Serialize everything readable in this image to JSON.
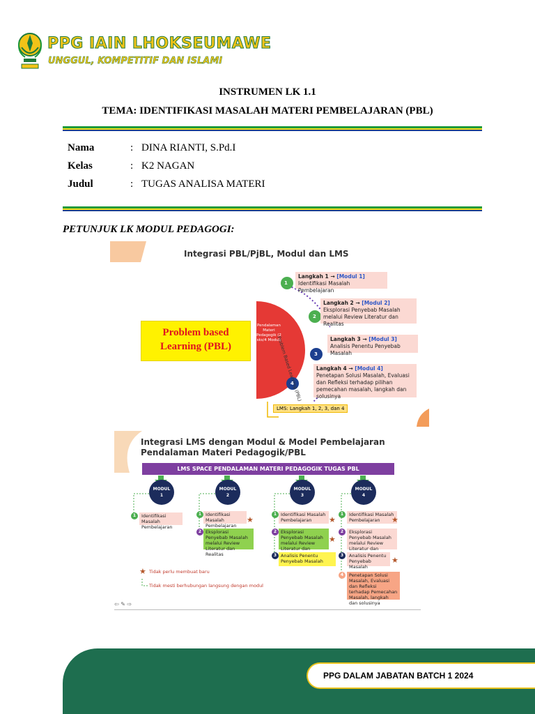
{
  "header": {
    "title": "PPG IAIN LHOKSEUMAWE",
    "subtitle": "UNGGUL, KOMPETITIF DAN ISLAMI"
  },
  "document": {
    "title": "INSTRUMEN LK 1.1",
    "theme": "TEMA: IDENTIFIKASI MASALAH MATERI PEMBELAJARAN (PBL)",
    "fields": [
      {
        "label": "Nama",
        "value": "DINA RIANTI, S.Pd.I"
      },
      {
        "label": "Kelas",
        "value": "K2 NAGAN"
      },
      {
        "label": "Judul",
        "value": "TUGAS ANALISA MATERI"
      }
    ],
    "colon": ":",
    "instruction": "PETUNJUK LK MODUL PEDAGOGI:"
  },
  "slide1": {
    "title": "Integrasi PBL/PjBL, Modul dan LMS",
    "pbl_label_line1": "Problem based",
    "pbl_label_line2": "Learning (PBL)",
    "semicircle_text": "Pendalaman Materi Pedagogik (2 sks/4 Modul)",
    "arc_text": "Problem Based Learning (PBL)",
    "steps": [
      {
        "num": "1",
        "head": "Langkah 1 → ",
        "module": "[Modul 1]",
        "desc": "Identifikasi Masalah Pembelajaran"
      },
      {
        "num": "2",
        "head": "Langkah 2 → ",
        "module": "[Modul 2]",
        "desc": "Eksplorasi Penyebab Masalah melalui Review Literatur dan Realitas"
      },
      {
        "num": "3",
        "head": "Langkah 3 → ",
        "module": "[Modul 3]",
        "desc": "Analisis Penentu Penyebab Masalah"
      },
      {
        "num": "4",
        "head": "Langkah 4 → ",
        "module": "[Modul 4]",
        "desc": "Penetapan Solusi Masalah, Evaluasi dan Refleksi terhadap pilihan pemecahan masalah, langkah dan solusinya"
      }
    ],
    "lms_tag": "LMS: Langkah 1, 2, 3, dan 4"
  },
  "slide2": {
    "title_line1": "Integrasi LMS dengan Modul & Model Pembelajaran",
    "title_line2": "Pendalaman Materi Pedagogik/PBL",
    "banner": "LMS SPACE PENDALAMAN MATERI PEDAGOGIK TUGAS PBL",
    "modules": [
      {
        "label": "MODUL",
        "num": "1"
      },
      {
        "label": "MODUL",
        "num": "2"
      },
      {
        "label": "MODUL",
        "num": "3"
      },
      {
        "label": "MODUL",
        "num": "4"
      }
    ],
    "items": {
      "identifikasi": "Identifikasi Masalah Pembelajaran",
      "eksplorasi": "Eksplorasi Penyebab Masalah melalui Review Literatur dan Realitas",
      "analisis": "Analisis Penentu Penyebab Masalah",
      "penetapan": "Penetapan Solusi Masalah, Evaluasi dan Refleksi terhadap Pemecahan Masalah, langkah dan solusinya"
    },
    "legend_star": "Tidak perlu membuat baru",
    "legend_dashed": "Tidak mesti berhubungan langsung dengan modul",
    "nav": "⇦ ✎ ⇨"
  },
  "footer": {
    "label": "PPG DALAM JABATAN BATCH 1 2024"
  },
  "colors": {
    "green": "#1e6e4f",
    "yellow": "#f2c318",
    "purple": "#7e3fa0",
    "navy": "#1c2c5c"
  }
}
